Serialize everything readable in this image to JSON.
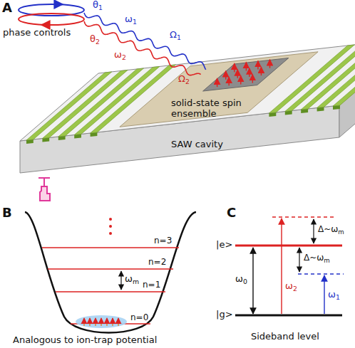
{
  "diagram": {
    "labels": [
      "A",
      "phase controls",
      "θ1",
      "ω1",
      "Ω1",
      "θ2",
      "ω2",
      "Ω2",
      "solid-state spin ensemble",
      "SAW cavity",
      "B",
      "n=3",
      "n=2",
      "ωm",
      "n=1",
      "n=0",
      "Analogous to ion-trap potential",
      "C",
      "|e>",
      "ω2",
      "Δ~ωm",
      "Δ~ωm",
      "ω0",
      "ω1",
      "|g>",
      "Sideband level"
    ]
  }
}
